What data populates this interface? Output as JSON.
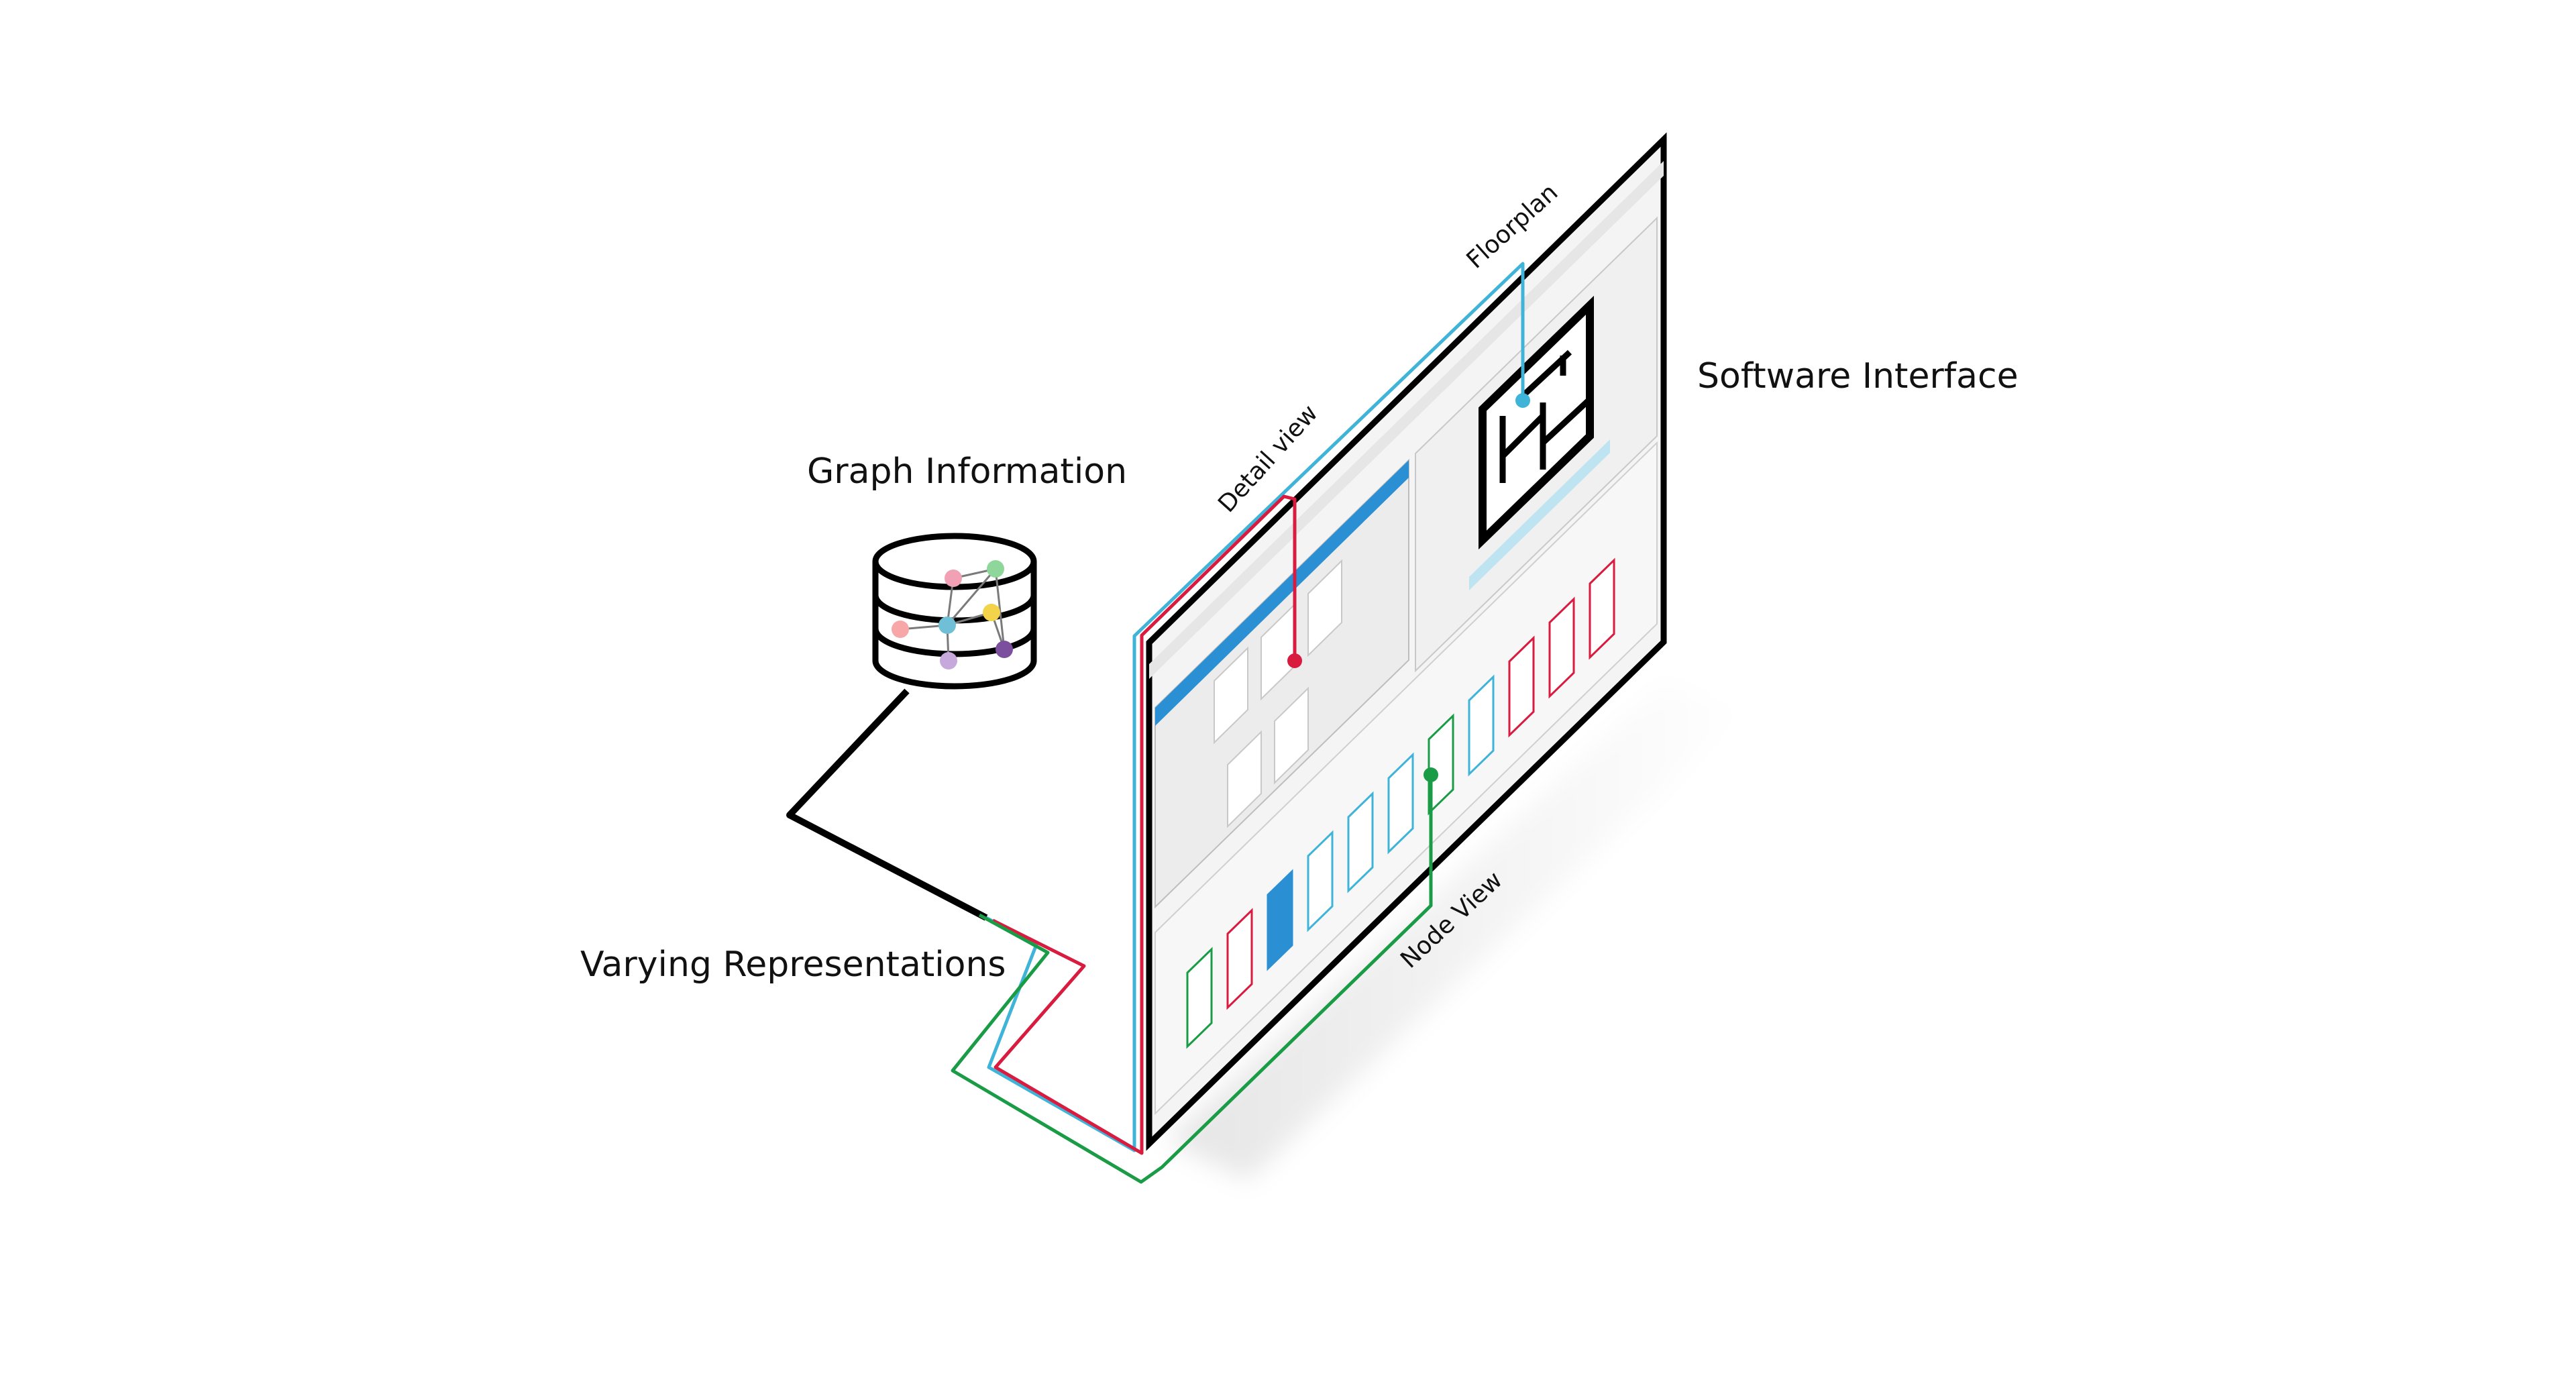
{
  "labels": {
    "graph_information": "Graph Information",
    "varying_representations": "Varying Representations",
    "software_interface": "Software Interface",
    "floorplan": "Floorplan",
    "detail_view": "Detail view",
    "node_view": "Node View"
  },
  "colors": {
    "floorplan": "#3fb4d8",
    "detail_view": "#d81b3f",
    "node_view": "#1a9b46",
    "connector": "#000000",
    "screen_frame": "#000000",
    "panel_accent": "#2b8fd3"
  },
  "graph_nodes": [
    {
      "color": "#f2a0b4"
    },
    {
      "color": "#8fd69a"
    },
    {
      "color": "#f7a7a7"
    },
    {
      "color": "#6fbfd6"
    },
    {
      "color": "#f2d34a"
    },
    {
      "color": "#c7a8dc"
    },
    {
      "color": "#7b4f9e"
    }
  ],
  "node_view_cards": [
    {
      "color": "#1a9b46"
    },
    {
      "color": "#d81b3f"
    },
    {
      "color": "#2b8fd3"
    },
    {
      "color": "#3fb4d8"
    },
    {
      "color": "#3fb4d8"
    },
    {
      "color": "#3fb4d8"
    },
    {
      "color": "#1a9b46"
    },
    {
      "color": "#3fb4d8"
    },
    {
      "color": "#d81b3f"
    },
    {
      "color": "#d81b3f"
    },
    {
      "color": "#d81b3f"
    }
  ]
}
